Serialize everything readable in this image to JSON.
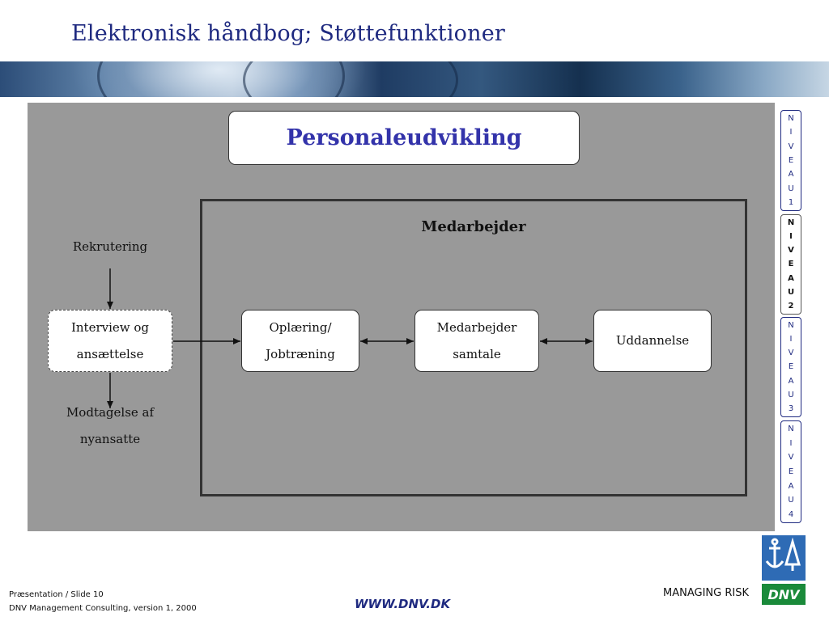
{
  "slide": {
    "title": "Elektronisk håndbog; Støttefunktioner"
  },
  "diagram": {
    "heading": "Personaleudvikling",
    "group_title": "Medarbejder",
    "recruiting_label": "Rekrutering",
    "interview_box": [
      "Interview og",
      "ansættelse"
    ],
    "reception_label": [
      "Modtagelse af",
      "nyansatte"
    ],
    "training_box": [
      "Oplæring/",
      "Jobtræning"
    ],
    "appraisal_box": [
      "Medarbejder",
      "samtale"
    ],
    "education_box": "Uddannelse"
  },
  "levels": [
    {
      "letters": [
        "N",
        "I",
        "V",
        "E",
        "A",
        "U",
        "1"
      ],
      "active": false
    },
    {
      "letters": [
        "N",
        "I",
        "V",
        "E",
        "A",
        "U",
        "2"
      ],
      "active": true
    },
    {
      "letters": [
        "N",
        "I",
        "V",
        "E",
        "A",
        "U",
        "3"
      ],
      "active": false
    },
    {
      "letters": [
        "N",
        "I",
        "V",
        "E",
        "A",
        "U",
        "4"
      ],
      "active": false
    }
  ],
  "footer": {
    "slide_info": "Præsentation / Slide 10",
    "version_info": "DNV Management Consulting, version 1, 2000",
    "url": "WWW.DNV.DK",
    "tagline": "MANAGING RISK",
    "logo_text": "DNV"
  },
  "colors": {
    "title": "#1f2a80",
    "heading": "#3333aa",
    "panel": "#999999",
    "logo_blue": "#2e6bb5",
    "logo_green": "#1a8a3a"
  }
}
